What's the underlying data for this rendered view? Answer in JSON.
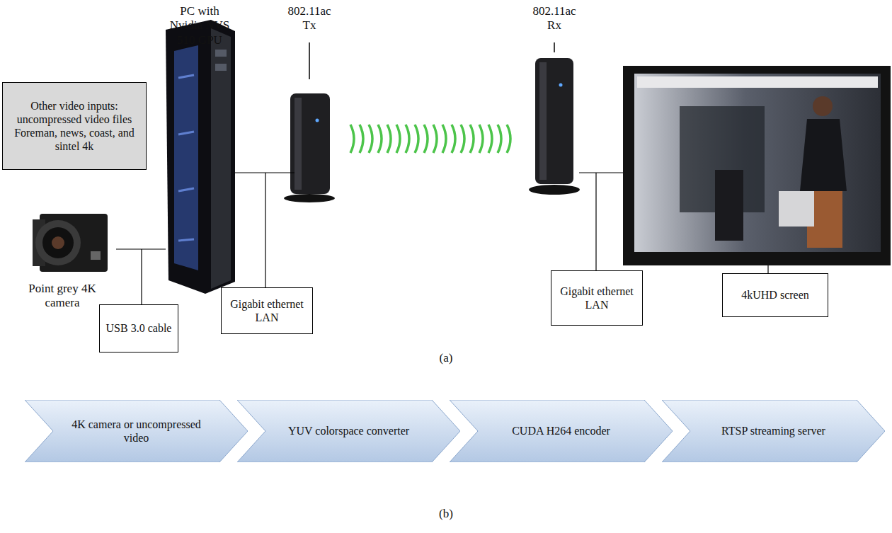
{
  "diagram": {
    "nodes": [
      {
        "text": [
          "Other video inputs: uncompressed video files Foreman, news, coast, and sintel 4k"
        ]
      },
      {
        "text": [
          "USB 3.0 cable"
        ]
      },
      {
        "text": [
          "Gigabit ethernet LAN"
        ]
      },
      {
        "text": [
          "Gigabit ethernet LAN"
        ]
      },
      {
        "text": [
          "4kUHD screen"
        ]
      },
      {
        "text": [
          "4K camera or uncompressed video"
        ]
      },
      {
        "text": [
          "YUV colorspace converter"
        ]
      },
      {
        "text": [
          "CUDA H264 encoder"
        ]
      },
      {
        "text": [
          "RTSP streaming server"
        ]
      }
    ],
    "labels": [
      "PC with Nvidia NVS 510 GPU",
      "802.11ac Tx",
      "802.11ac Rx",
      "Point grey 4K camera",
      "(a)",
      "(b)"
    ]
  }
}
